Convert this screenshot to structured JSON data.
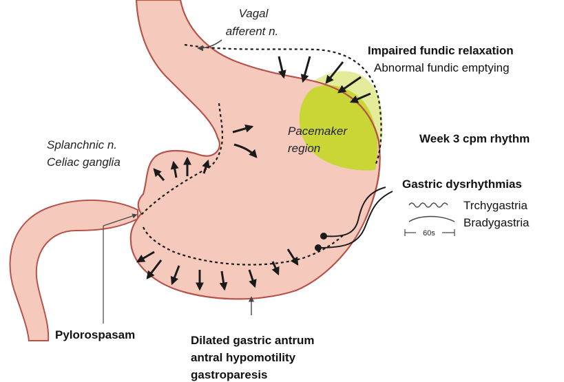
{
  "labels": {
    "vagal_line1": "Vagal",
    "vagal_line2": "afferent n.",
    "impaired_fundic": "Impaired fundic relaxation",
    "abnormal_fundic": "Abnormal fundic emptying",
    "pacemaker_line1": "Pacemaker",
    "pacemaker_line2": "region",
    "week_rhythm": "Week 3 cpm rhythm",
    "splanchnic_line1": "Splanchnic n.",
    "splanchnic_line2": "Celiac ganglia",
    "gastric_dysrhythmias": "Gastric dysrhythmias",
    "tachygastria": "Trchygastria",
    "bradygastria": "Bradygastria",
    "time_scale": "60s",
    "pylorospasm": "Pylorospasam",
    "antrum_line1": "Dilated gastric antrum",
    "antrum_line2": "antral hypomotility",
    "antrum_line3": "gastroparesis"
  },
  "colors": {
    "stomach_fill": "#f6c9bd",
    "stomach_outline": "#b5534a",
    "pacemaker_fill": "#c9d636",
    "fundus_highlight": "#e4ec9c",
    "arrow": "#1a1a1a"
  }
}
